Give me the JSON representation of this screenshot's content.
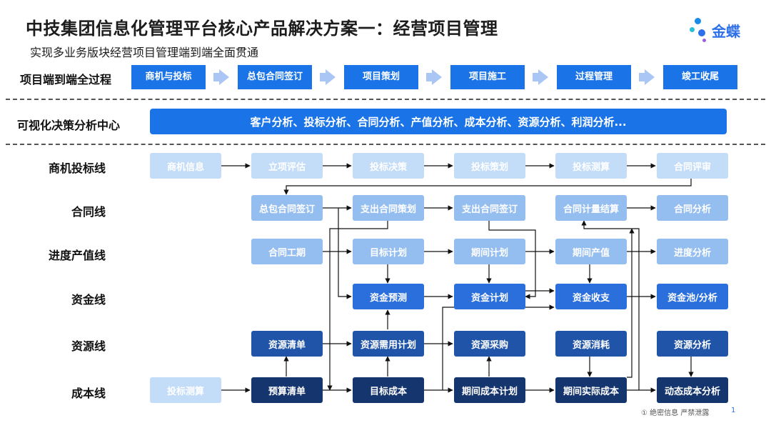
{
  "header": {
    "title": "中技集团信息化管理平台核心产品解决方案一：经营项目管理",
    "subtitle": "实现多业务版块经营项目管理端到端全面贯通"
  },
  "logo": {
    "text": "金蝶"
  },
  "process": {
    "label": "项目端到端全过程",
    "steps": [
      "商机与投标",
      "总包合同签订",
      "项目策划",
      "项目施工",
      "过程管理",
      "竣工收尾"
    ]
  },
  "analysis": {
    "label": "可视化决策分析中心",
    "bar_text": "客户分析、投标分析、合同分析、产值分析、成本分析、资源分析、利润分析..."
  },
  "lanes": [
    {
      "label": "商机投标线",
      "nodes": [
        "商机信息",
        "立项评估",
        "投标决策",
        "投标策划",
        "投标测算",
        "合同评审"
      ]
    },
    {
      "label": "合同线",
      "nodes": [
        "总包合同签订",
        "支出合同策划",
        "支出合同签订",
        "合同计量结算",
        "合同分析"
      ]
    },
    {
      "label": "进度产值线",
      "nodes": [
        "合同工期",
        "目标计划",
        "期间计划",
        "期间产值",
        "进度分析"
      ]
    },
    {
      "label": "资金线",
      "nodes": [
        "资金预测",
        "资金计划",
        "资金收支",
        "资金池/分析"
      ]
    },
    {
      "label": "资源线",
      "nodes": [
        "资源清单",
        "资源需用计划",
        "资源采购",
        "资源消耗",
        "资源分析"
      ]
    },
    {
      "label": "成本线",
      "nodes": [
        "投标测算",
        "预算清单",
        "目标成本",
        "期间成本计划",
        "期间实际成本",
        "动态成本分析"
      ]
    }
  ],
  "footer": {
    "note": "① 绝密信息 严禁泄露",
    "page": "1"
  },
  "colors": {
    "primary": "#1a74e8",
    "light": "#c3dcf8",
    "dark": "#15356e"
  }
}
